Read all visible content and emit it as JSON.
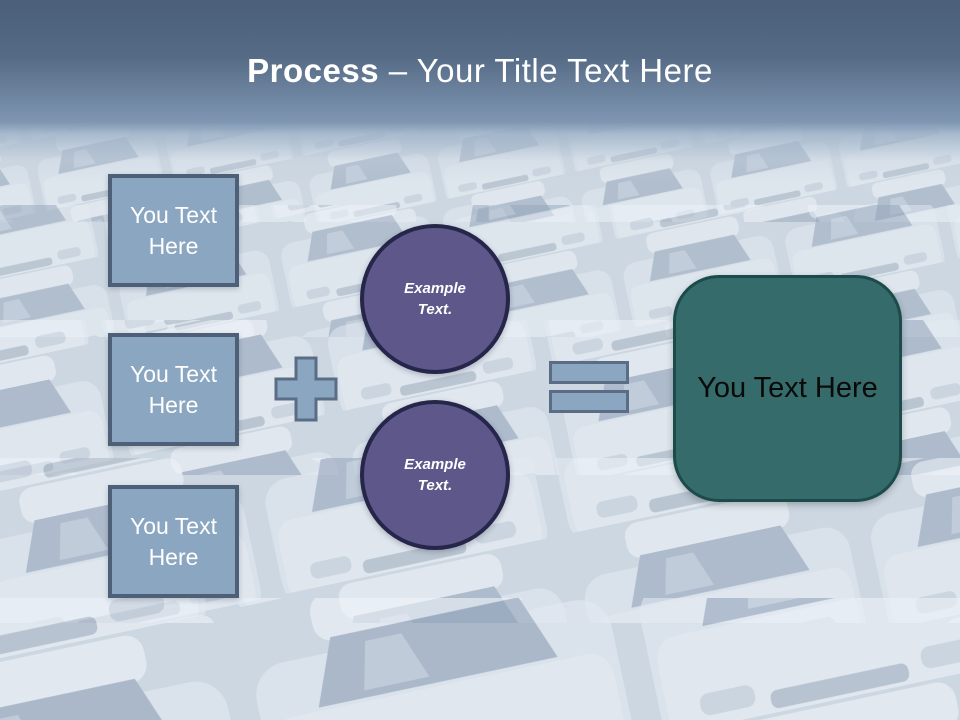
{
  "title": {
    "bold": "Process",
    "rest": "– Your Title Text Here"
  },
  "left_boxes": [
    {
      "line1": "You Text",
      "line2": "Here"
    },
    {
      "line1": "You Text",
      "line2": "Here"
    },
    {
      "line1": "You Text",
      "line2": "Here"
    }
  ],
  "circles": [
    {
      "line1": "Example",
      "line2": "Text."
    },
    {
      "line1": "Example",
      "line2": "Text."
    }
  ],
  "result_box": {
    "label": "You Text Here"
  },
  "icons": {
    "plus": "plus-icon",
    "equals": "equals-icon",
    "background": "parked-cars-photo"
  },
  "colors": {
    "header_top": "#4b5f79",
    "header_bottom": "#7e96b2",
    "title_text": "#ffffff",
    "box_fill": "#8ba6c1",
    "box_border": "#4d6077",
    "box_text": "#ffffff",
    "circle_fill": "#5d578a",
    "circle_border": "#26254a",
    "circle_text": "#ffffff",
    "operator_fill": "#8ba6c1",
    "operator_border": "#5a6d85",
    "result_fill": "#356b6a",
    "result_border": "#1d4a4a",
    "result_text": "#000000",
    "background_wash": "#cdd7e1"
  }
}
